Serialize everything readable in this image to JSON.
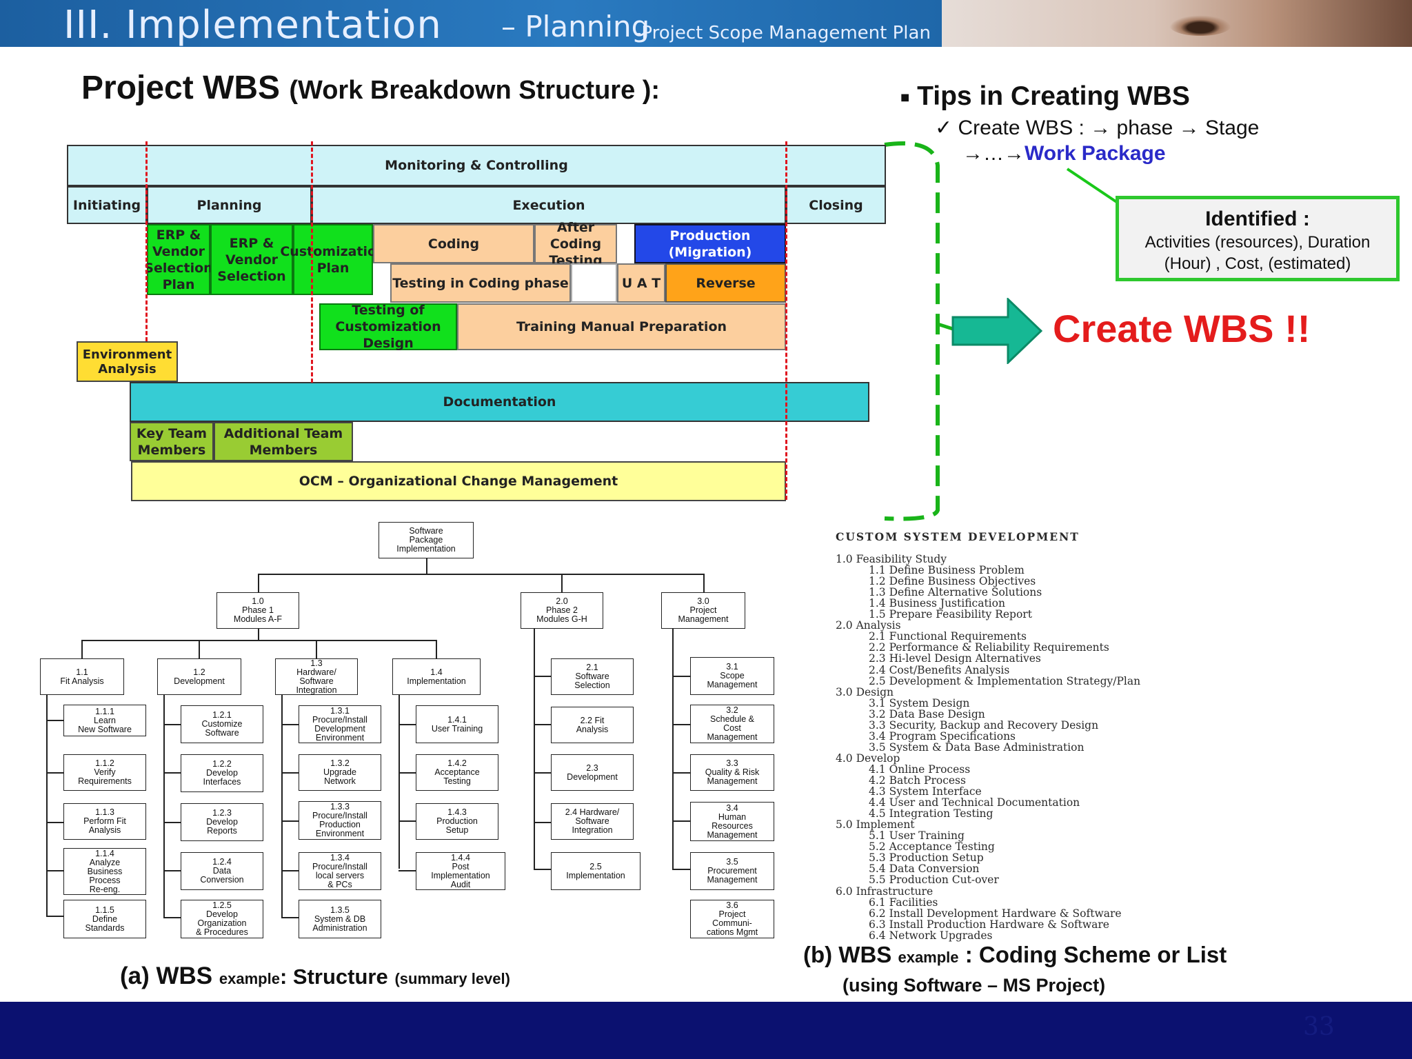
{
  "header": {
    "title_main": "III. Implementation",
    "title_dash": "– Planning",
    "title_sub": "-Project Scope Management Plan"
  },
  "wbs_title": {
    "main": "Project WBS",
    "paren": "(Work Breakdown Structure ):"
  },
  "tips": {
    "heading": "Tips in Creating WBS",
    "line1": "Create WBS  : → phase → Stage",
    "line2_prefix": "→…→",
    "line2_highlight": "Work Package",
    "identified_title": "Identified :",
    "identified_line1": "Activities (resources), Duration",
    "identified_line2": "(Hour) ,  Cost, (estimated)",
    "create_wbs": "Create WBS !!",
    "colors": {
      "highlight": "#2a2ac8",
      "create": "#e41c1c",
      "box_border": "#2ec82e",
      "arrow": "#16b894"
    }
  },
  "gantt": {
    "monitoring": "Monitoring & Controlling",
    "phases": [
      "Initiating",
      "Planning",
      "Execution",
      "Closing"
    ],
    "erp_plan": "ERP & Vendor Selection Plan",
    "erp_sel": "ERP & Vendor Selection",
    "custom_plan": "Customization Plan",
    "coding": "Coding",
    "after_coding": "After Coding Testing",
    "production": "Production (Migration)",
    "testing_coding": "Testing in Coding phase",
    "uat": "U A T",
    "reverse": "Reverse",
    "testing_custom": "Testing of Customization Design",
    "training": "Training Manual Preparation",
    "env": "Environment Analysis",
    "documentation": "Documentation",
    "key_team": "Key Team Members",
    "add_team": "Additional Team Members",
    "ocm": "OCM – Organizational Change Management"
  },
  "tree": {
    "root": "Software\nPackage\nImplementation",
    "p1": "1.0\nPhase 1\nModules A-F",
    "p2": "2.0\nPhase 2\nModules G-H",
    "p3": "3.0\nProject\nManagement",
    "n11": "1.1\nFit Analysis",
    "n12": "1.2\nDevelopment",
    "n13": "1.3\nHardware/\nSoftware\nIntegration",
    "n14": "1.4\nImplementation",
    "n111": "1.1.1\nLearn\nNew Software",
    "n112": "1.1.2\nVerify\nRequirements",
    "n113": "1.1.3\nPerform Fit\nAnalysis",
    "n114": "1.1.4\nAnalyze\nBusiness\nProcess\nRe-eng.",
    "n115": "1.1.5\nDefine\nStandards",
    "n121": "1.2.1\nCustomize\nSoftware",
    "n122": "1.2.2\nDevelop\nInterfaces",
    "n123": "1.2.3\nDevelop\nReports",
    "n124": "1.2.4\nData\nConversion",
    "n125": "1.2.5\nDevelop\nOrganization\n& Procedures",
    "n131": "1.3.1\nProcure/Install\nDevelopment\nEnvironment",
    "n132": "1.3.2\nUpgrade\nNetwork",
    "n133": "1.3.3\nProcure/Install\nProduction\nEnvironment",
    "n134": "1.3.4\nProcure/Install\nlocal servers\n& PCs",
    "n135": "1.3.5\nSystem & DB\nAdministration",
    "n141": "1.4.1\nUser  Training",
    "n142": "1.4.2\nAcceptance\nTesting",
    "n143": "1.4.3\nProduction\nSetup",
    "n144": "1.4.4\nPost\nImplementation\nAudit",
    "n21": "2.1\nSoftware\nSelection",
    "n22": "2.2 Fit\nAnalysis",
    "n23": "2.3\nDevelopment",
    "n24": "2.4 Hardware/\nSoftware\nIntegration",
    "n25": "2.5\nImplementation",
    "n31": "3.1\nScope\nManagement",
    "n32": "3.2\nSchedule &\nCost\nManagement",
    "n33": "3.3\nQuality & Risk\nManagement",
    "n34": "3.4\nHuman\nResources\nManagement",
    "n35": "3.5\nProcurement\nManagement",
    "n36": "3.6\nProject\nCommuni-\ncations Mgmt"
  },
  "caption_a": {
    "prefix": "(a) WBS",
    "small": "example",
    "main": ": Structure",
    "suffix": "(summary level)"
  },
  "caption_b": {
    "prefix": "(b) WBS",
    "small": "example",
    "main": ": Coding Scheme or List",
    "line2": "(using Software – MS Project)"
  },
  "cslist": {
    "title": "CUSTOM SYSTEM DEVELOPMENT",
    "rows": [
      {
        "t": "1.0 Feasibility Study",
        "lvl": 0
      },
      {
        "t": "1.1 Define Business Problem",
        "lvl": 1
      },
      {
        "t": "1.2 Define Business Objectives",
        "lvl": 1
      },
      {
        "t": "1.3 Define Alternative Solutions",
        "lvl": 1
      },
      {
        "t": "1.4 Business Justification",
        "lvl": 1
      },
      {
        "t": "1.5 Prepare Feasibility Report",
        "lvl": 1
      },
      {
        "t": "2.0 Analysis",
        "lvl": 0
      },
      {
        "t": "2.1 Functional Requirements",
        "lvl": 1
      },
      {
        "t": "2.2 Performance & Reliability Requirements",
        "lvl": 1
      },
      {
        "t": "2.3 Hi-level Design Alternatives",
        "lvl": 1
      },
      {
        "t": "2.4 Cost/Benefits Analysis",
        "lvl": 1
      },
      {
        "t": "2.5 Development & Implementation Strategy/Plan",
        "lvl": 1
      },
      {
        "t": "3.0 Design",
        "lvl": 0
      },
      {
        "t": "3.1 System Design",
        "lvl": 1
      },
      {
        "t": "3.2 Data Base Design",
        "lvl": 1
      },
      {
        "t": "3.3 Security, Backup and Recovery Design",
        "lvl": 1
      },
      {
        "t": "3.4 Program Specifications",
        "lvl": 1
      },
      {
        "t": "3.5 System & Data Base Administration",
        "lvl": 1
      },
      {
        "t": "4.0 Develop",
        "lvl": 0
      },
      {
        "t": "4.1 Online Process",
        "lvl": 1
      },
      {
        "t": "4.2 Batch Process",
        "lvl": 1
      },
      {
        "t": "4.3 System Interface",
        "lvl": 1
      },
      {
        "t": "4.4 User and Technical Documentation",
        "lvl": 1
      },
      {
        "t": "4.5 Integration Testing",
        "lvl": 1
      },
      {
        "t": "5.0 Implement",
        "lvl": 0
      },
      {
        "t": "5.1 User Training",
        "lvl": 1
      },
      {
        "t": "5.2 Acceptance Testing",
        "lvl": 1
      },
      {
        "t": "5.3 Production Setup",
        "lvl": 1
      },
      {
        "t": "5.4 Data Conversion",
        "lvl": 1
      },
      {
        "t": "5.5 Production Cut-over",
        "lvl": 1
      },
      {
        "t": "6.0 Infrastructure",
        "lvl": 0
      },
      {
        "t": "6.1 Facilities",
        "lvl": 1
      },
      {
        "t": "6.2 Install Development Hardware & Software",
        "lvl": 1
      },
      {
        "t": "6.3 Install Production Hardware & Software",
        "lvl": 1
      },
      {
        "t": "6.4 Network Upgrades",
        "lvl": 1
      }
    ]
  },
  "footer": {
    "page_number": "33"
  }
}
